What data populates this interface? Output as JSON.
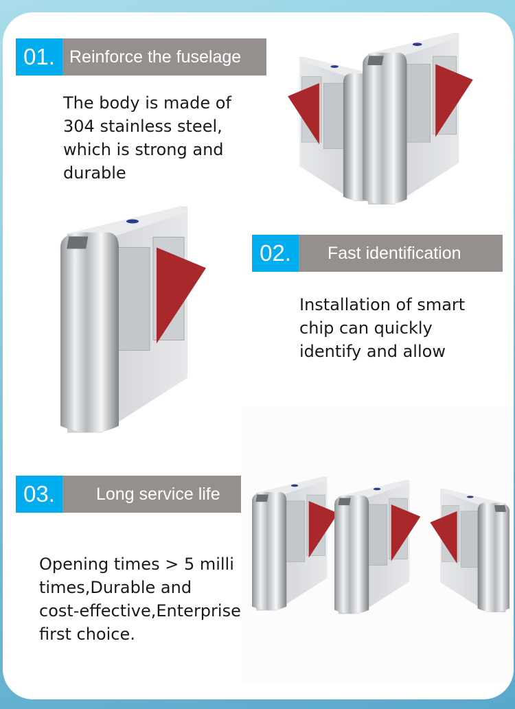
{
  "sections": [
    {
      "number": "01.",
      "title": "Reinforce the fuselage",
      "body": [
        "The body is made of",
        "304 stainless steel,",
        "which is strong and",
        "durable"
      ]
    },
    {
      "number": "02.",
      "title": "Fast identification",
      "body": [
        "Installation of smart",
        "chip can quickly",
        "identify and allow"
      ]
    },
    {
      "number": "03.",
      "title": "Long service life",
      "body": [
        "Opening times > 5 milli",
        "times,Durable and",
        "cost-effective,Enterprise",
        "first choice."
      ]
    }
  ],
  "colors": {
    "accent": "#00adef",
    "header_gray": "#958f8e",
    "flap_red": "#a8282b"
  }
}
